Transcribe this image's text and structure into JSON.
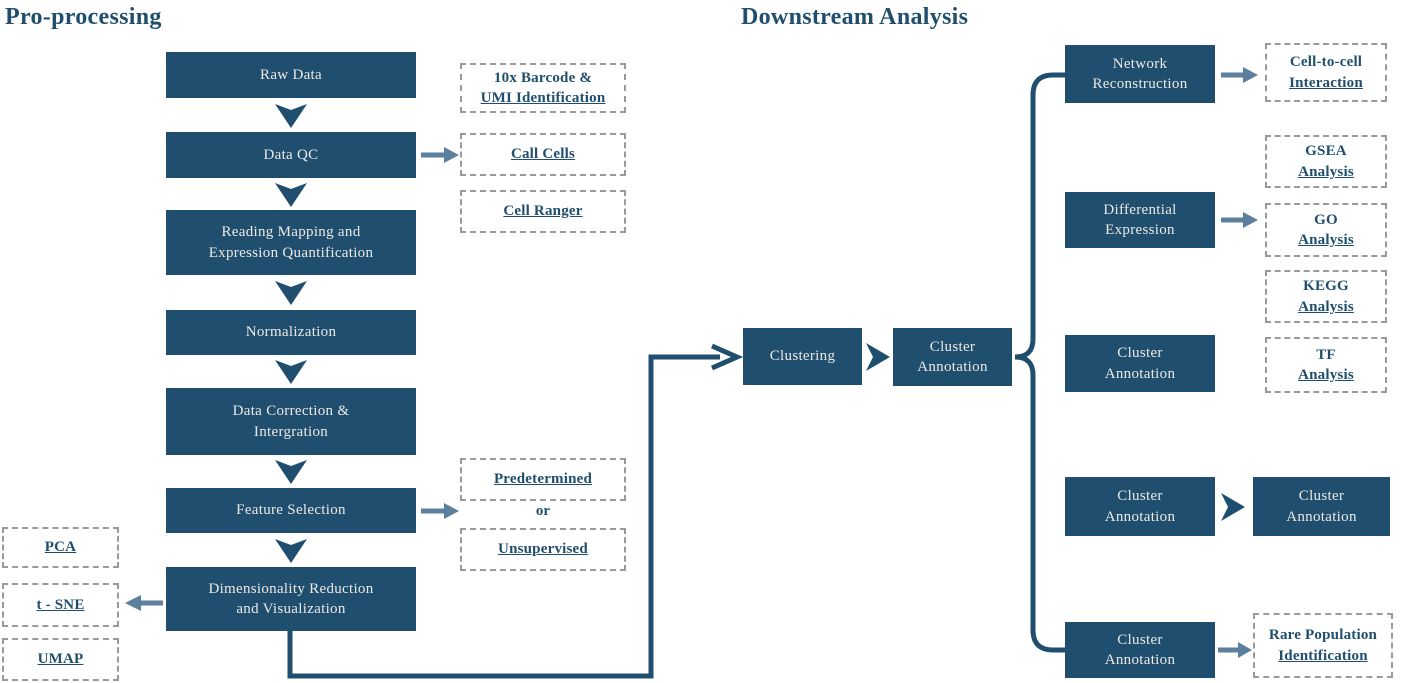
{
  "titles": {
    "preprocessing": "Pro-processing",
    "downstream": "Downstream Analysis"
  },
  "colors": {
    "navy": "#1f4e6e",
    "steel": "#5b7f9c",
    "dashed_border": "#9a9a9a",
    "solid_box_text": "#ece9e4"
  },
  "preprocessing": {
    "steps": [
      {
        "lines": [
          "Raw Data"
        ]
      },
      {
        "lines": [
          "Data QC"
        ]
      },
      {
        "lines": [
          "Reading Mapping and",
          "Expression Quantification"
        ]
      },
      {
        "lines": [
          "Normalization"
        ]
      },
      {
        "lines": [
          "Data Correction &",
          "Intergration"
        ]
      },
      {
        "lines": [
          "Feature Selection"
        ]
      },
      {
        "lines": [
          "Dimensionality Reduction",
          "and Visualization"
        ]
      }
    ],
    "qc_tools": [
      {
        "lines": [
          "10x Barcode &",
          "UMI Identification"
        ]
      },
      {
        "lines": [
          "Call Cells"
        ]
      },
      {
        "lines": [
          "Cell Ranger"
        ]
      }
    ],
    "feature_selection_options": [
      {
        "lines": [
          "Predetermined"
        ]
      },
      {
        "lines": [
          "Unsupervised"
        ]
      }
    ],
    "or_label": "or",
    "dimensionality_reduction_methods": [
      {
        "lines": [
          "PCA"
        ]
      },
      {
        "lines": [
          "t - SNE"
        ]
      },
      {
        "lines": [
          "UMAP"
        ]
      }
    ]
  },
  "center": {
    "clustering": {
      "lines": [
        "Clustering"
      ]
    },
    "cluster_annotation": {
      "lines": [
        "Cluster",
        "Annotation"
      ]
    }
  },
  "downstream": {
    "branches": [
      {
        "lines": [
          "Network",
          "Reconstruction"
        ]
      },
      {
        "lines": [
          "Differential",
          "Expression"
        ]
      },
      {
        "lines": [
          "Cluster",
          "Annotation"
        ]
      },
      {
        "lines": [
          "Cluster",
          "Annotation"
        ]
      },
      {
        "lines": [
          "Cluster",
          "Annotation"
        ]
      }
    ],
    "branch_outputs": [
      {
        "lines": [
          "Cell-to-cell",
          "Interaction"
        ]
      },
      {
        "lines": [
          "GSEA",
          "Analysis"
        ]
      },
      {
        "lines": [
          "GO",
          "Analysis"
        ]
      },
      {
        "lines": [
          "KEGG",
          "Analysis"
        ]
      },
      {
        "lines": [
          "TF",
          "Analysis"
        ]
      },
      {
        "lines": [
          "Cluster",
          "Annotation"
        ]
      },
      {
        "lines": [
          "Rare Population",
          "Identification"
        ]
      }
    ]
  }
}
